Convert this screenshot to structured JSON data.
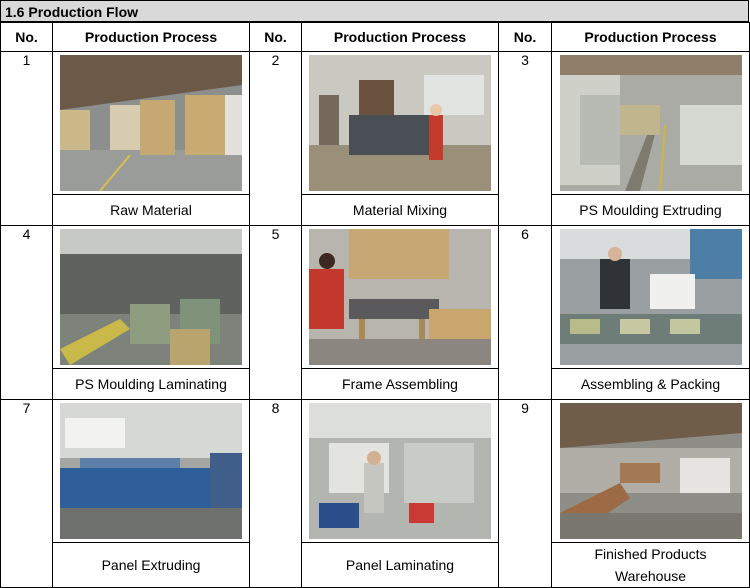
{
  "section_title": "1.6 Production Flow",
  "headers": {
    "no": "No.",
    "process": "Production Process"
  },
  "steps": [
    {
      "no": "1",
      "caption": "Raw Material",
      "photo_icon": "warehouse-sacks-photo"
    },
    {
      "no": "2",
      "caption": "Material Mixing",
      "photo_icon": "mixing-machine-photo"
    },
    {
      "no": "3",
      "caption": "PS Moulding Extruding",
      "photo_icon": "extrusion-line-photo"
    },
    {
      "no": "4",
      "caption": "PS Moulding Laminating",
      "photo_icon": "laminating-machines-photo"
    },
    {
      "no": "5",
      "caption": "Frame Assembling",
      "photo_icon": "frame-assembly-photo"
    },
    {
      "no": "6",
      "caption": "Assembling & Packing",
      "photo_icon": "packing-station-photo"
    },
    {
      "no": "7",
      "caption": "Panel Extruding",
      "photo_icon": "panel-extruder-photo"
    },
    {
      "no": "8",
      "caption": "Panel Laminating",
      "photo_icon": "panel-laminator-photo"
    },
    {
      "no": "9",
      "caption_line1": "Finished Products",
      "caption_line2": "Warehouse",
      "photo_icon": "finished-warehouse-photo"
    }
  ]
}
